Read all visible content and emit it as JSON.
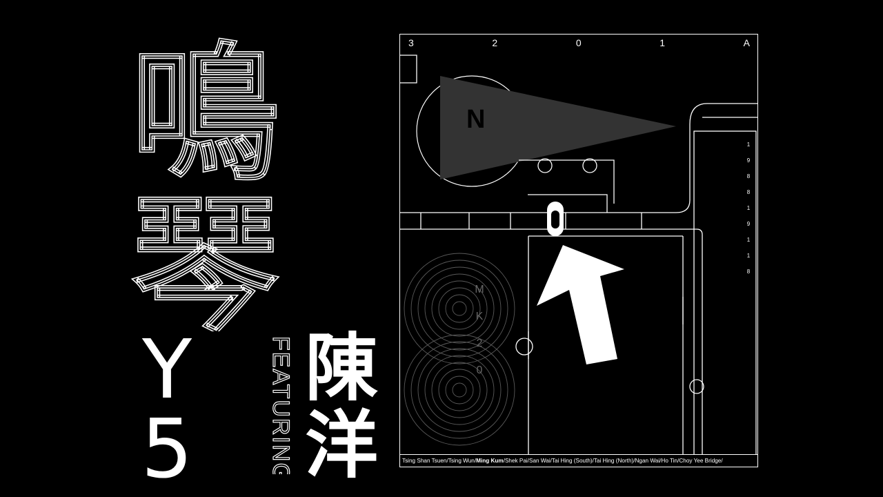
{
  "title": {
    "char_1": "鳴",
    "char_2": "琴"
  },
  "code": {
    "letter": "Y",
    "number": "5"
  },
  "featuring_label": "FEATURING",
  "artist": {
    "char_1": "陳",
    "char_2": "洋"
  },
  "map": {
    "route_digits": [
      "3",
      "2",
      "0",
      "1",
      "A"
    ],
    "side_digits": [
      "1",
      "9",
      "8",
      "8",
      "1",
      "9",
      "1",
      "1",
      "8"
    ],
    "north_label": "N",
    "disc_letters": [
      "M",
      "K",
      "2",
      "0"
    ],
    "stops_before": "Tsing Shan Tsuen/Tsing Wun/",
    "stop_current": "Ming Kum",
    "stops_after": "/Shek Pai/San Wai/Tai Hing (South)/Tai Hing (North)/Ngan Wai/Ho Tin/Choy Yee Bridge/"
  },
  "colors": {
    "background": "#000000",
    "foreground": "#ffffff",
    "cone": "#333333",
    "disc": "#5a5a5a"
  }
}
